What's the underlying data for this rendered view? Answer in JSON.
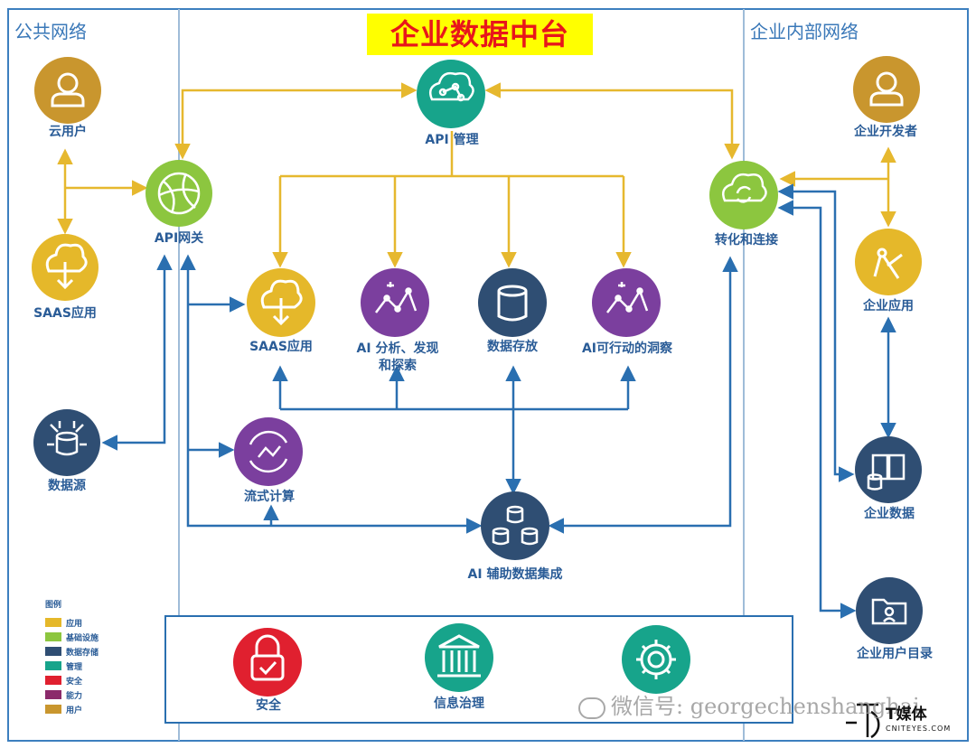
{
  "title": "企业数据中台",
  "zones": {
    "public": "公共网络",
    "internal": "企业内部网络"
  },
  "nodes": {
    "cloud_user": "云用户",
    "saas_left": "SAAS应用",
    "api_gateway": "API网关",
    "data_source": "数据源",
    "api_mgmt": "API 管理",
    "saas_center": "SAAS应用",
    "ai_analysis": [
      "AI 分析、发现",
      "和探索"
    ],
    "data_storage": "数据存放",
    "ai_insight": "AI可行动的洞察",
    "stream_compute": "流式计算",
    "ai_integration": "AI 辅助数据集成",
    "transform": "转化和连接",
    "ent_dev": "企业开发者",
    "ent_app": "企业应用",
    "ent_data": "企业数据",
    "ent_dir": "企业用户目录",
    "security": "安全",
    "governance": "信息治理"
  },
  "legend": {
    "title": "图例",
    "items": [
      {
        "label": "应用",
        "color": "#e5b82a"
      },
      {
        "label": "基础设施",
        "color": "#8cc63f"
      },
      {
        "label": "数据存储",
        "color": "#2f4e73"
      },
      {
        "label": "管理",
        "color": "#17a48b"
      },
      {
        "label": "安全",
        "color": "#e0202f"
      },
      {
        "label": "能力",
        "color": "#8b2a6b"
      },
      {
        "label": "用户",
        "color": "#c9962e"
      }
    ]
  },
  "watermark": {
    "text": "微信号: georgechenshanghai",
    "brand_cn": "T媒体",
    "brand_en": "CNITEYES.COM"
  },
  "colors": {
    "yellow_arrow": "#e6b82e",
    "blue_arrow": "#2a6fb0",
    "frame": "#3d7fbf",
    "gold_user": "#c9962e",
    "app_yellow": "#e5b82a",
    "infra_green": "#8cc63f",
    "storage_navy": "#2f4e73",
    "mgmt_teal": "#17a48b",
    "security_red": "#e0202f",
    "capability_purple": "#7b3f9e"
  }
}
